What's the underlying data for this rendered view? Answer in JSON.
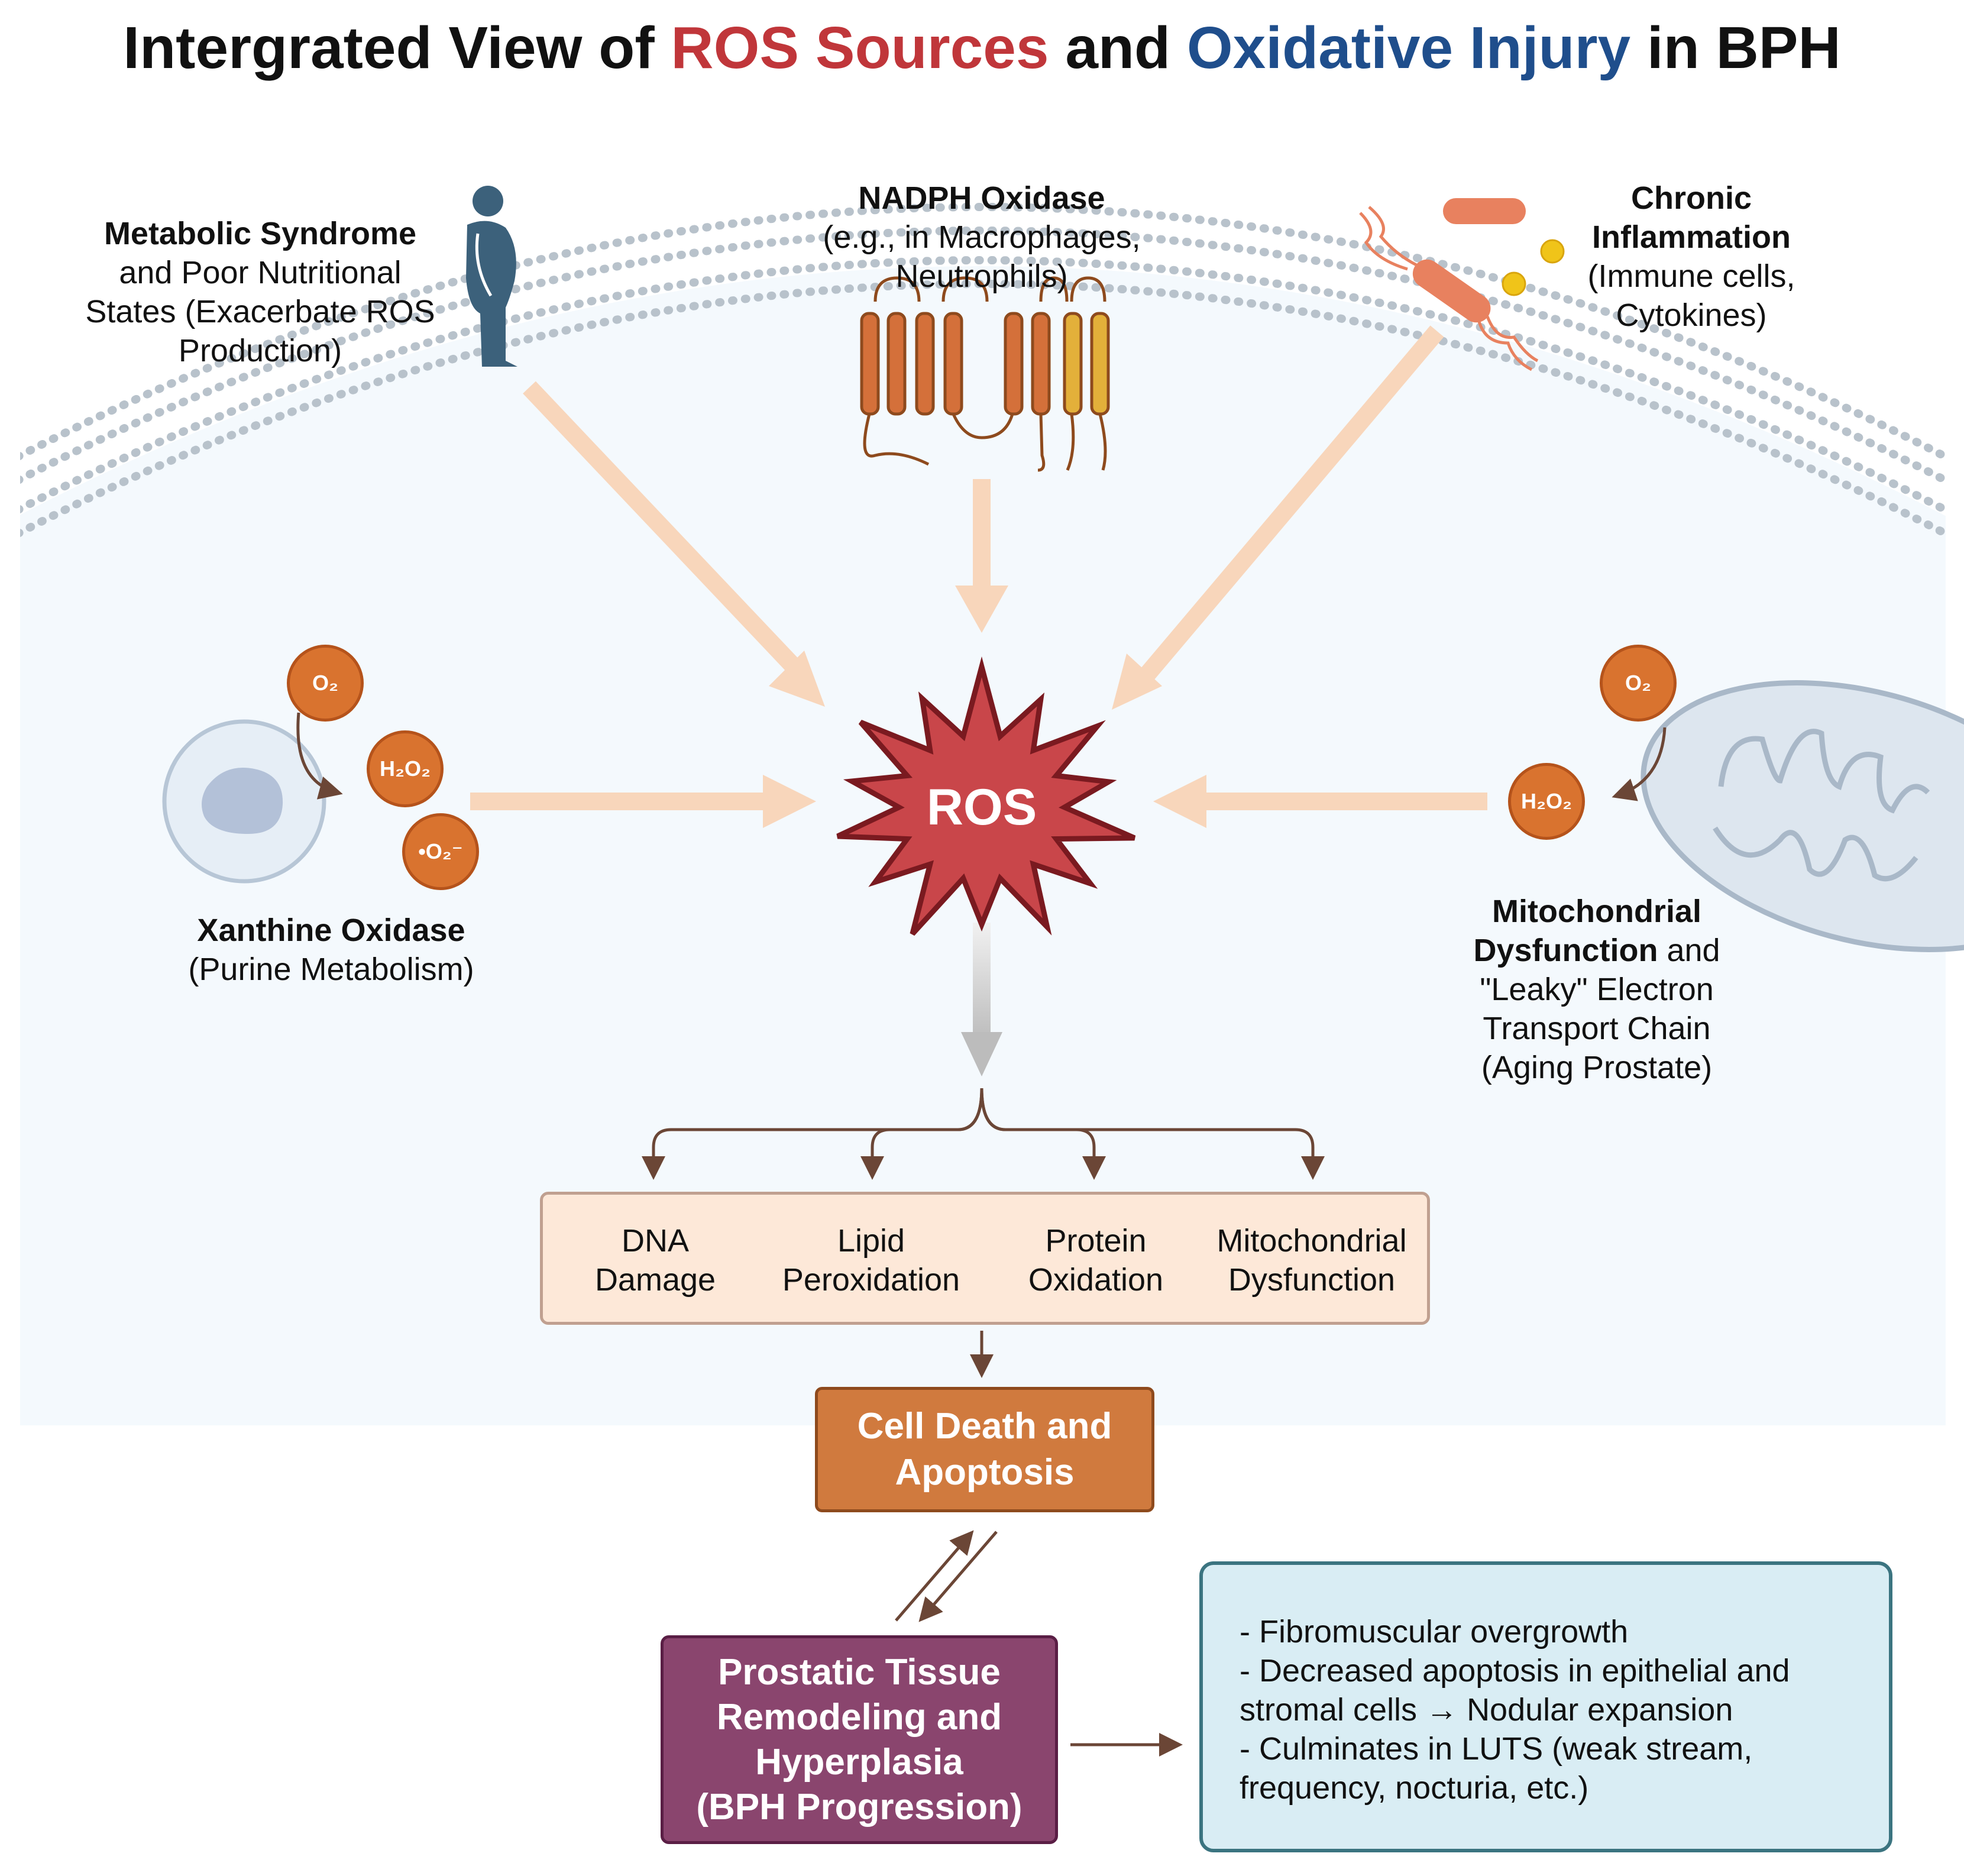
{
  "title": {
    "part1": "Intergrated View of ",
    "part2": "ROS Sources",
    "part3": " and ",
    "part4": "Oxidative Injury",
    "part5": " in BPH",
    "red": "#c0363a",
    "blue": "#1f4e8c"
  },
  "sources": {
    "metabolic": {
      "bold": "Metabolic Syndrome",
      "lines": [
        "and Poor Nutritional",
        "States (Exacerbate ROS",
        "Production)"
      ]
    },
    "nadph": {
      "bold": "NADPH Oxidase",
      "lines": [
        "(e.g., in Macrophages,",
        "Neutrophils)"
      ]
    },
    "inflammation": {
      "bold1": "Chronic",
      "bold2": "Inflammation",
      "lines": [
        "(Immune cells,",
        "Cytokines)"
      ]
    },
    "xanthine": {
      "bold": "Xanthine Oxidase",
      "line": "(Purine Metabolism)"
    },
    "mito": {
      "bold1": "Mitochondrial",
      "bold2": "Dysfunction",
      "rest2": " and",
      "lines": [
        "\"Leaky\" Electron",
        "Transport Chain",
        "(Aging Prostate)"
      ]
    }
  },
  "molecules": {
    "o2": "O₂",
    "h2o2": "H₂O₂",
    "superoxide": "•O₂⁻"
  },
  "ros": {
    "label": "ROS",
    "fill": "#c9464a",
    "stroke": "#7a1a20"
  },
  "damage": {
    "items": [
      {
        "line1": "DNA",
        "line2": "Damage"
      },
      {
        "line1": "Lipid",
        "line2": "Peroxidation"
      },
      {
        "line1": "Protein",
        "line2": "Oxidation"
      },
      {
        "line1": "Mitochondrial",
        "line2": "Dysfunction"
      }
    ],
    "fill": "#fde8d8"
  },
  "cell_death": {
    "line1": "Cell Death and",
    "line2": "Apoptosis",
    "fill": "#d07a3e"
  },
  "remodeling": {
    "lines": [
      "Prostatic Tissue",
      "Remodeling and",
      "Hyperplasia",
      "(BPH Progression)"
    ],
    "fill": "#8a456e"
  },
  "outcomes": {
    "lines": [
      "- Fibromuscular overgrowth",
      "- Decreased apoptosis in epithelial and",
      "stromal cells → Nodular expansion",
      "- Culminates in LUTS (weak stream,",
      "frequency, nocturia, etc.)"
    ],
    "fill": "#d9edf4"
  },
  "icons": {
    "person": "person-icon",
    "receptor": "nadph-oxidase-receptor-icon",
    "bacteria": "bacteria-icon",
    "cell": "cell-icon",
    "mitochondrion": "mitochondrion-icon"
  }
}
